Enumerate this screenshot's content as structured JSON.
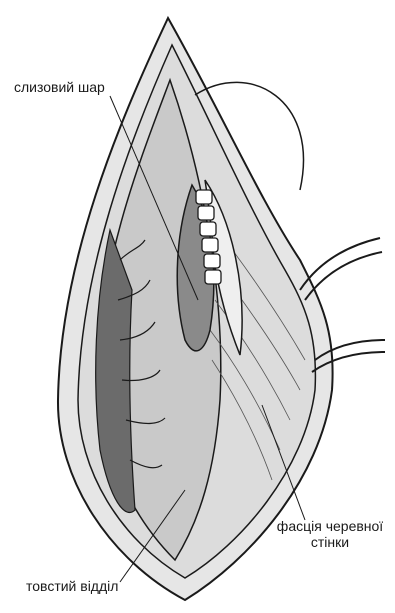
{
  "labels": {
    "mucosa": "слизовий шар",
    "fascia": "фасція черевної стінки",
    "colon": "товстий відділ"
  },
  "colors": {
    "background": "#ffffff",
    "ink": "#1a1a1a",
    "fill_gray": "#c9c9c9",
    "fill_light": "#e6e6e6"
  }
}
